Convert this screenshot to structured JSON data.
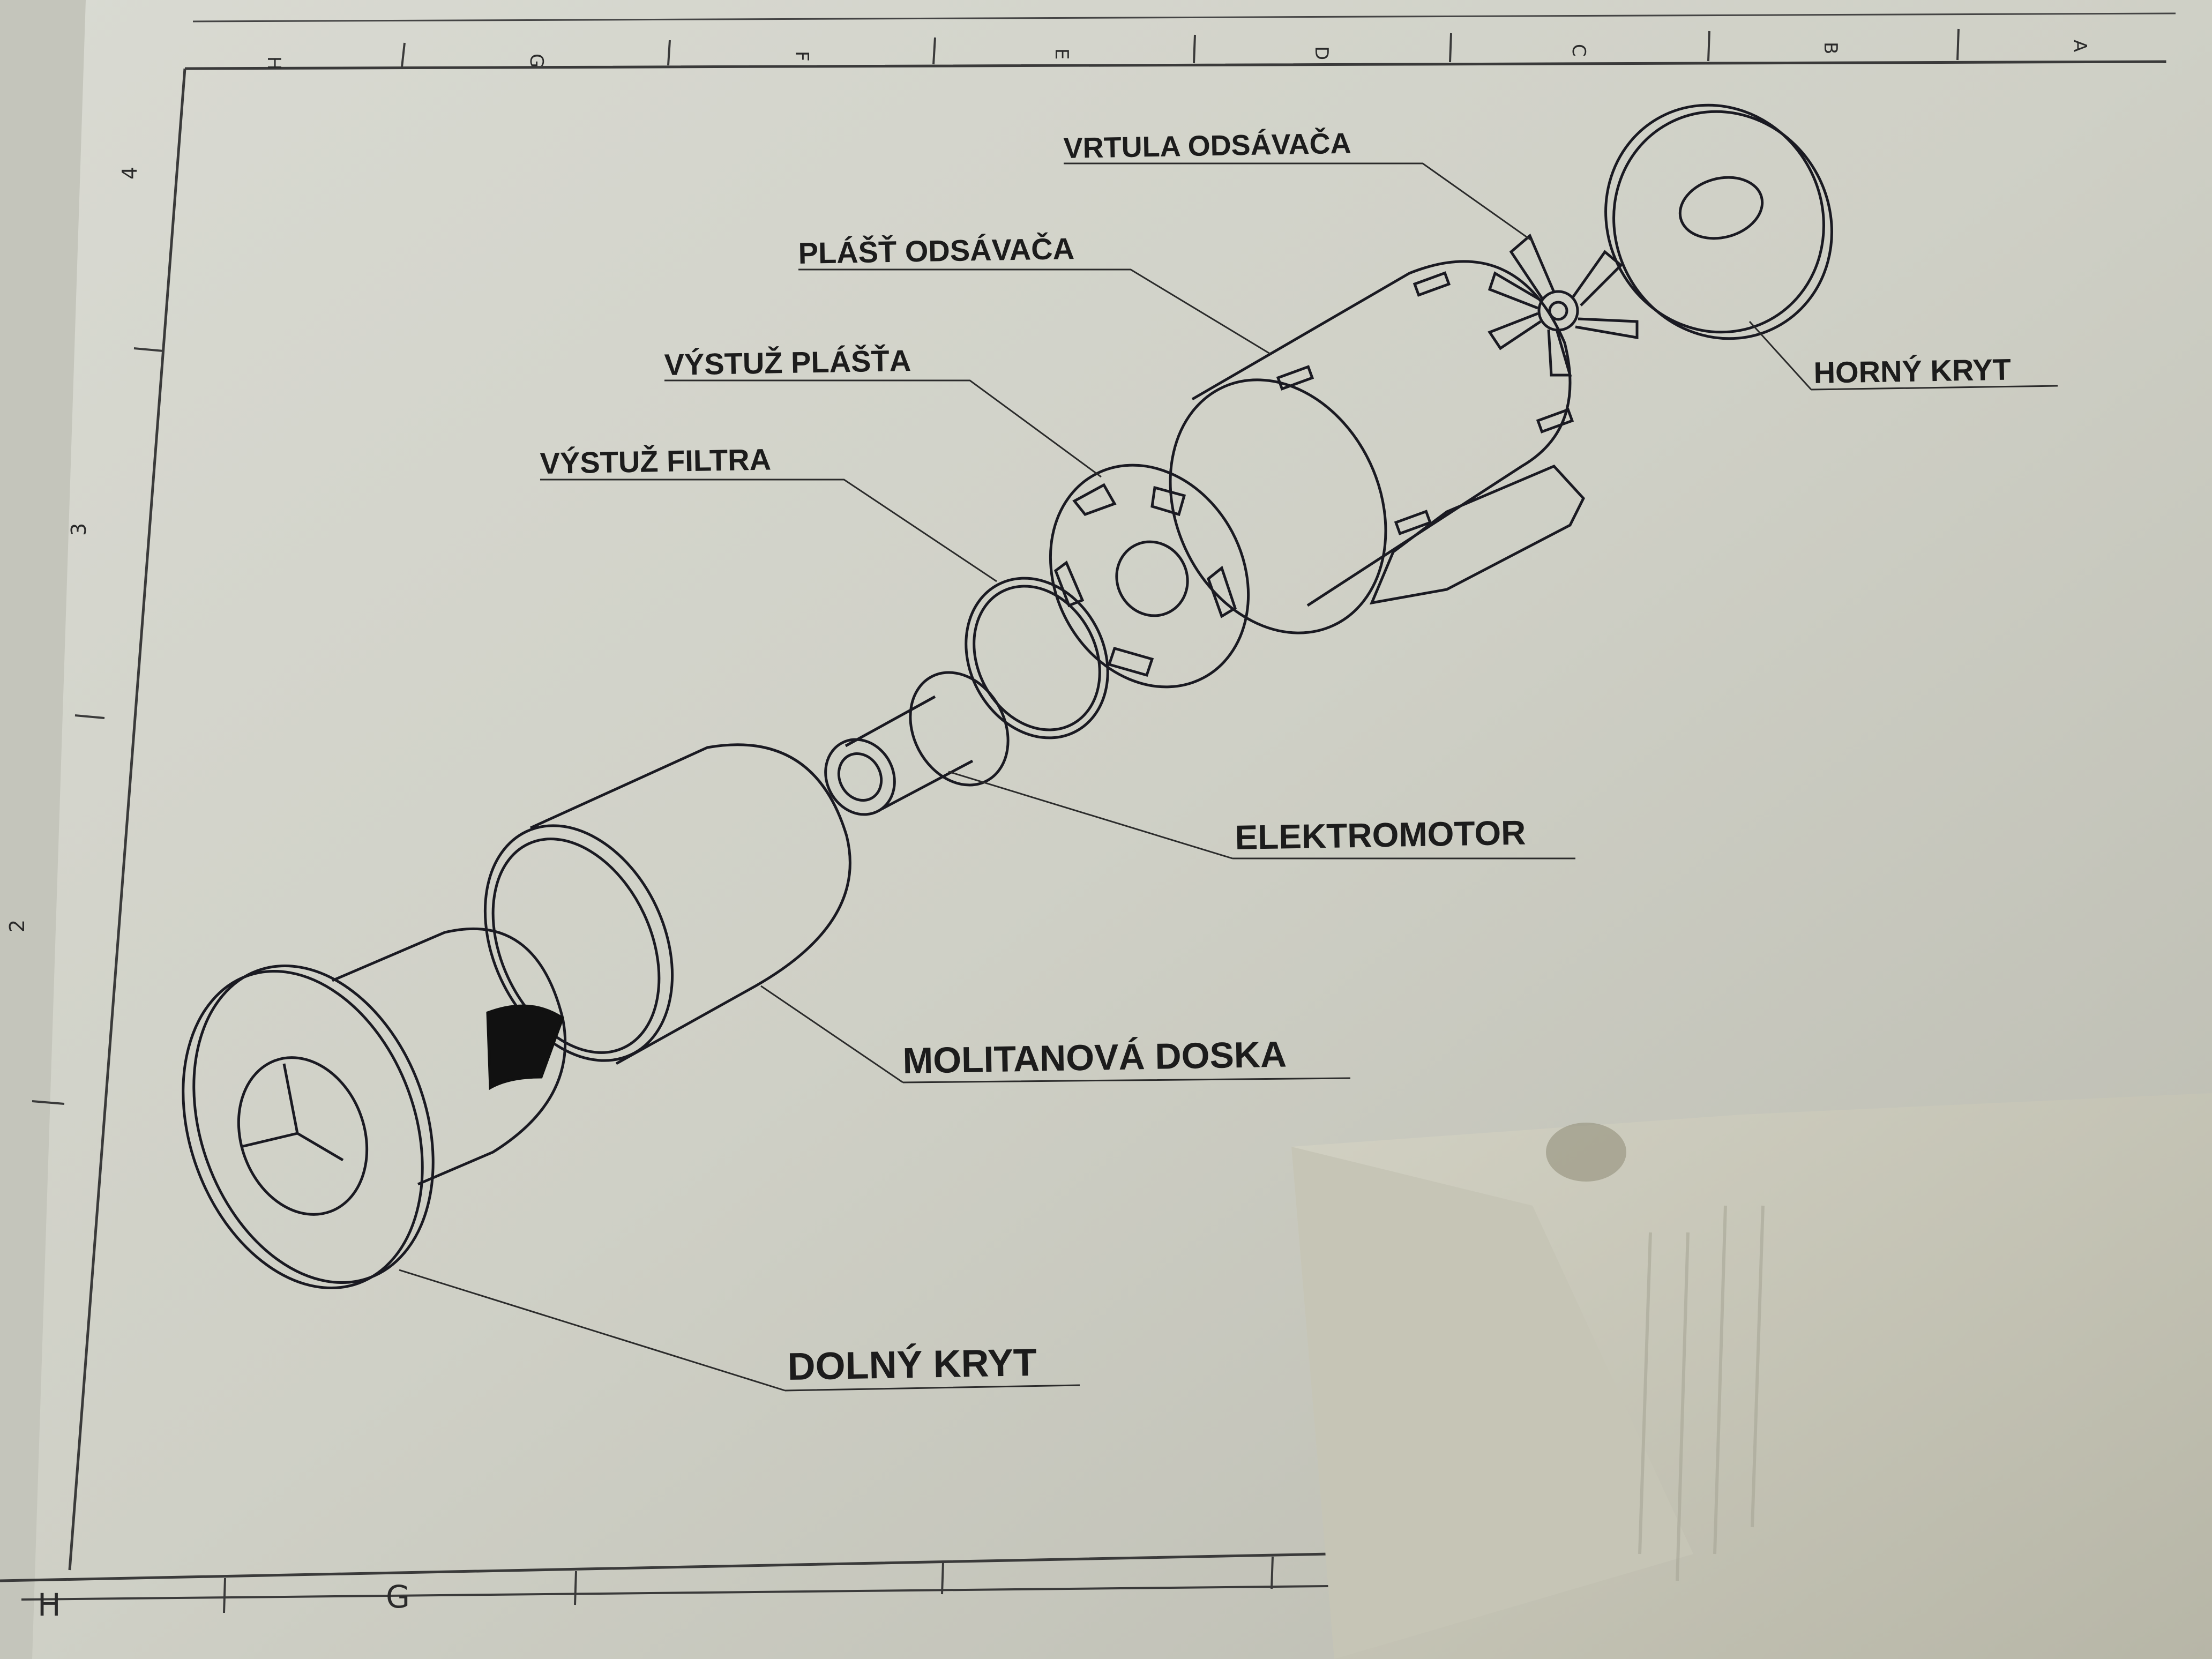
{
  "drawing": {
    "labels": {
      "vrtula": "VRTULA ODSÁVAČA",
      "plast": "PLÁŠŤ ODSÁVAČA",
      "vystuz_plasta": "VÝSTUŽ PLÁŠŤA",
      "vystuz_filtra": "VÝSTUŽ FILTRA",
      "horny_kryt": "HORNÝ KRYT",
      "elektromotor": "ELEKTROMOTOR",
      "molitanova_doska": "MOLITANOVÁ DOSKA",
      "dolny_kryt": "DOLNÝ KRYT"
    },
    "border_top": [
      "H",
      "G",
      "F",
      "E",
      "D",
      "C",
      "B",
      "A"
    ],
    "border_left": [
      "4",
      "3",
      "2"
    ],
    "border_bottom": [
      "H",
      "G"
    ]
  }
}
